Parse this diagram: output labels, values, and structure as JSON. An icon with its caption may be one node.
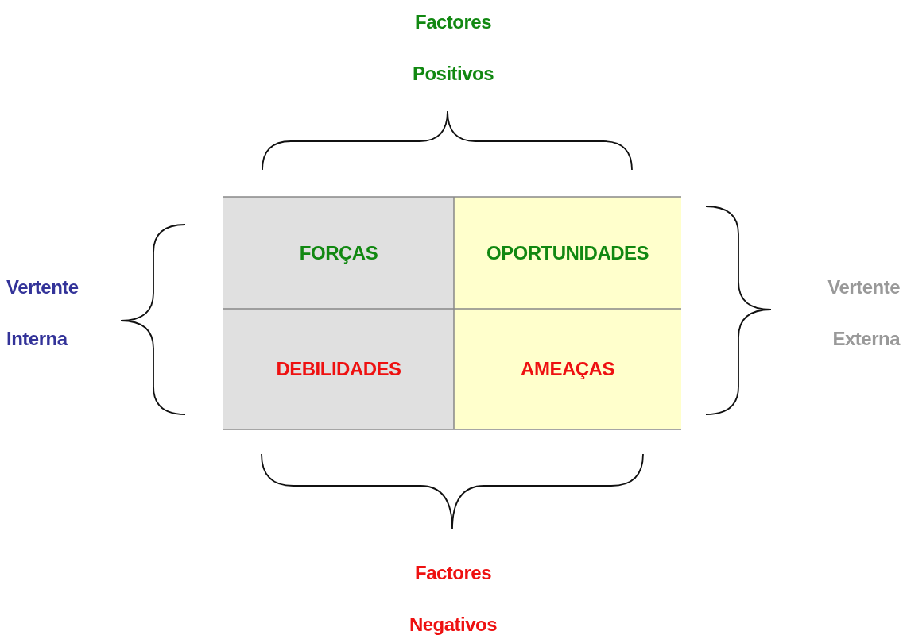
{
  "diagram": {
    "nodes": [
      {
        "text": [
          "FORÇAS"
        ]
      },
      {
        "text": [
          "OPORTUNIDADES"
        ]
      },
      {
        "text": [
          "DEBILIDADES"
        ]
      },
      {
        "text": [
          "AMEAÇAS"
        ]
      }
    ],
    "labels": [
      "Factores Positivos",
      "Vertente Interna",
      "Vertente Externa",
      "Factores Negativos"
    ]
  }
}
